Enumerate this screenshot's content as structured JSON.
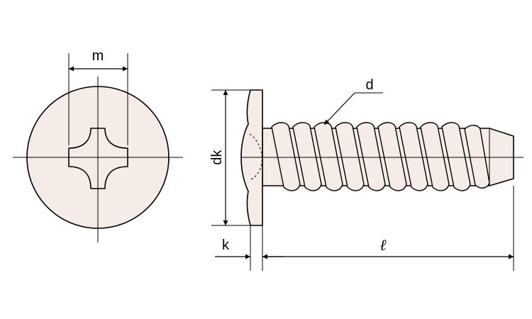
{
  "labels": {
    "m": "m",
    "d": "d",
    "dk": "dk",
    "k": "k",
    "length": "ℓ"
  },
  "colors": {
    "body_fill": "#f5ece8",
    "line": "#000000"
  }
}
